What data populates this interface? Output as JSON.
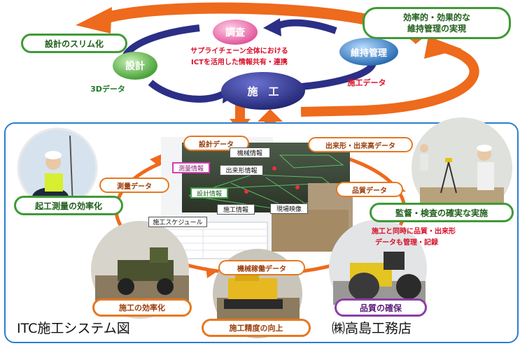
{
  "cycle": {
    "survey": "調査",
    "design": "設計",
    "maintenance": "維持管理",
    "construction": "施　工",
    "supply_chain_line1": "サプライチェーン全体における",
    "supply_chain_line2": "ICTを活用した情報共有・連携",
    "data_3d": "3Dデータ",
    "construction_data": "施工データ"
  },
  "callouts": {
    "slim_design": "設計のスリム化",
    "efficient_maintenance_line1": "効率的・効果的な",
    "efficient_maintenance_line2": "維持管理の実現",
    "start_survey": "起工測量の効率化",
    "supervision": "監督・検査の確実な実施",
    "construction_efficiency": "施工の効率化",
    "accuracy": "施工精度の向上",
    "quality_assurance": "品質の確保",
    "simultaneous_line1": "施工と同時に品質・出来形",
    "simultaneous_line2": "データも管理・記録"
  },
  "flow_labels": {
    "design_data": "設計データ",
    "as_built": "出来形・出来高データ",
    "survey_data": "測量データ",
    "quality_data": "品質データ",
    "machine_data": "機械稼働データ"
  },
  "screen_tags": {
    "machine_info": "機械情報",
    "survey_info": "測量情報",
    "as_built_info": "出来形情報",
    "design_info": "設計情報",
    "construction_info": "施工情報",
    "site_video": "現場映像",
    "schedule": "施工スケジュール"
  },
  "footer": {
    "system_title": "ITC施工システム図",
    "company": "㈱高島工務店"
  },
  "colors": {
    "cycle_arrow": "#2b2f86",
    "outer_arrow": "#ee6a1c",
    "frame": "#2a7fd0",
    "survey_bubble": "#e0589b",
    "design_bubble": "#4caa3a",
    "maintenance_bubble": "#1f6fb8",
    "construction_bubble": "#2a2f84"
  }
}
